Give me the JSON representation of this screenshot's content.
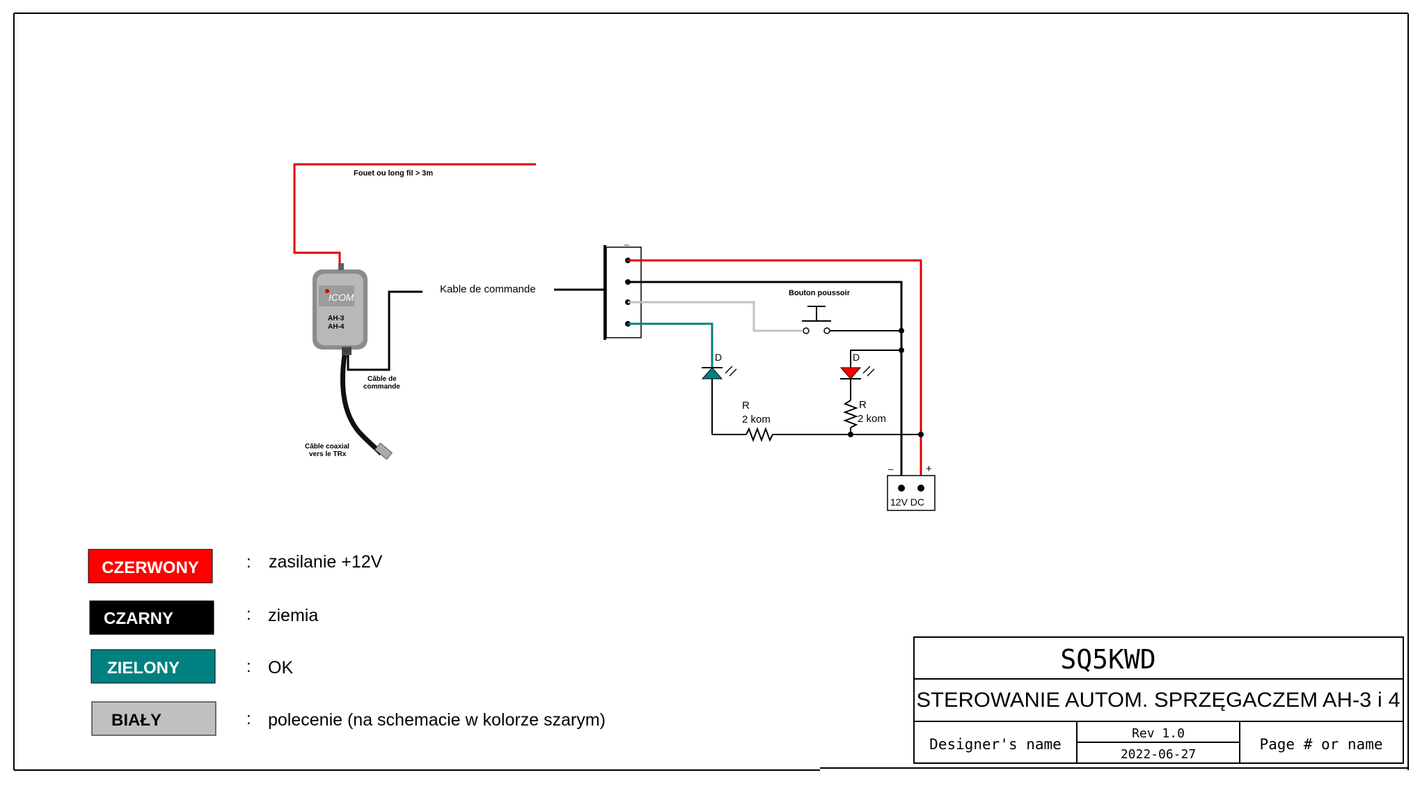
{
  "diagram": {
    "antenna_label": "Fouet ou long fil > 3m",
    "tuner": {
      "brand": "ICOM",
      "model_line1": "AH-3",
      "model_line2": "AH-4",
      "control_cable_line1": "Câble de",
      "control_cable_line2": "commande",
      "coax_line1": "Câble coaxial",
      "coax_line2": "vers le TRx"
    },
    "command_cable_label": "Kable de commande",
    "connector_minus": "_",
    "push_button_label": "Bouton poussoir",
    "led_green": {
      "label": "D",
      "color": "#008080"
    },
    "led_red": {
      "label": "D",
      "color": "#ff0000"
    },
    "resistor1": {
      "label": "R",
      "value": "2 kom"
    },
    "resistor2": {
      "label": "R",
      "value": "2 kom"
    },
    "power": {
      "label": "12V DC",
      "minus": "–",
      "plus": "+"
    },
    "wire_colors": {
      "red": "#e00000",
      "black": "#000000",
      "green": "#008080",
      "gray": "#c0c0c0"
    }
  },
  "legend": [
    {
      "name": "CZERWONY",
      "description": "zasilanie +12V",
      "bg": "#ff0000",
      "fg": "#ffffff"
    },
    {
      "name": "CZARNY",
      "description": "ziemia",
      "bg": "#000000",
      "fg": "#ffffff"
    },
    {
      "name": "ZIELONY",
      "description": "OK",
      "bg": "#008080",
      "fg": "#ffffff"
    },
    {
      "name": "BIAŁY",
      "description": "polecenie (na schemacie w kolorze szarym)",
      "bg": "#c0c0c0",
      "fg": "#000000"
    }
  ],
  "legend_separator": ":",
  "title_block": {
    "callsign": "SQ5KWD",
    "title": "STEROWANIE AUTOM. SPRZĘGACZEM AH-3 i 4",
    "designer": "Designer's name",
    "rev": "Rev 1.0",
    "date": "2022-06-27",
    "page": "Page # or name"
  }
}
